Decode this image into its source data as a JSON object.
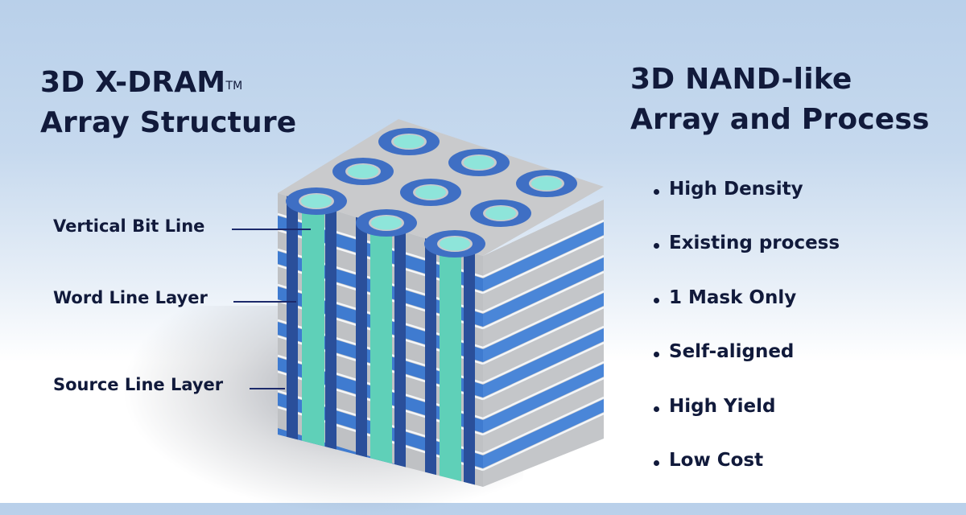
{
  "left_title": {
    "line1": "3D X-DRAM",
    "trademark": "TM",
    "line2": "Array Structure"
  },
  "right_title": {
    "line1": "3D NAND-like",
    "line2": "Array and Process"
  },
  "callouts": [
    {
      "label": "Vertical Bit Line"
    },
    {
      "label": "Word Line Layer"
    },
    {
      "label": "Source Line Layer"
    }
  ],
  "benefits": [
    "High Density",
    "Existing process",
    "1 Mask Only",
    "Self-aligned",
    "High Yield",
    "Low Cost"
  ],
  "colors": {
    "text": "#111a3b",
    "word_line_blue": "#3f7bd0",
    "dark_blue": "#2a4f9a",
    "bit_line_teal": "#5fd0b8",
    "core_cyan": "#8ee5da",
    "grey_layer": "#bfc1c4",
    "top_face": "#c9cacc"
  }
}
